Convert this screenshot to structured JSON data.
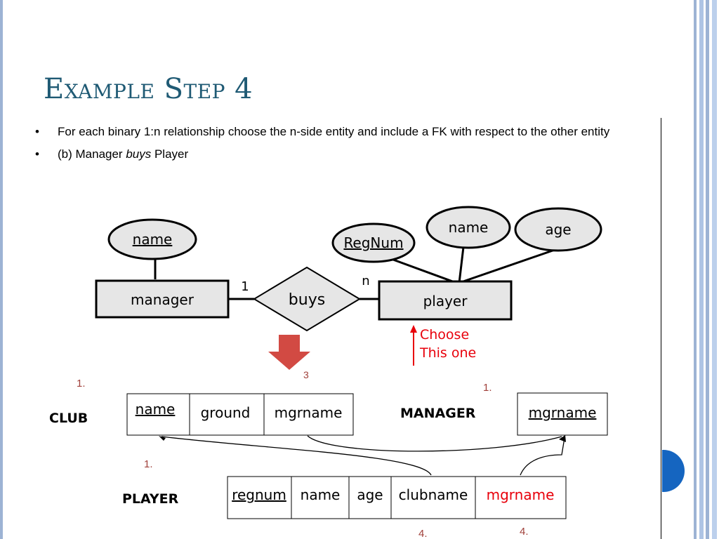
{
  "slide": {
    "title": "Example Step 4",
    "bullets": [
      {
        "text": "For each binary 1:n relationship choose the n-side entity and include a FK with respect to the other entity"
      },
      {
        "prefix": "(b) Manager ",
        "em": "buys",
        "suffix": " Player"
      }
    ],
    "bullet_symbol": "•"
  },
  "er": {
    "entities": {
      "manager": "manager",
      "player": "player"
    },
    "relationship": "buys",
    "cardinality": {
      "left": "1",
      "right": "n"
    },
    "attributes": {
      "manager_name": "name",
      "player_regnum": "RegNum",
      "player_name": "name",
      "player_age": "age"
    },
    "note": {
      "line1": "Choose",
      "line2": "This one"
    },
    "arrow_step": "3"
  },
  "tables": {
    "club": {
      "label": "CLUB",
      "cols": [
        "name",
        "ground",
        "mgrname"
      ],
      "step": "1."
    },
    "manager": {
      "label": "MANAGER",
      "cols": [
        "mgrname"
      ],
      "step": "1."
    },
    "player": {
      "label": "PLAYER",
      "cols": [
        "regnum",
        "name",
        "age",
        "clubname",
        "mgrname"
      ],
      "step": "1.",
      "fk_steps": [
        "4.",
        "4."
      ]
    }
  },
  "colors": {
    "title": "#1f5a74",
    "highlight": "#e8000b",
    "step": "#a0403a",
    "shape_fill": "#e6e6e6",
    "down_arrow": "#d24a43",
    "nav_button": "#1565c0"
  }
}
